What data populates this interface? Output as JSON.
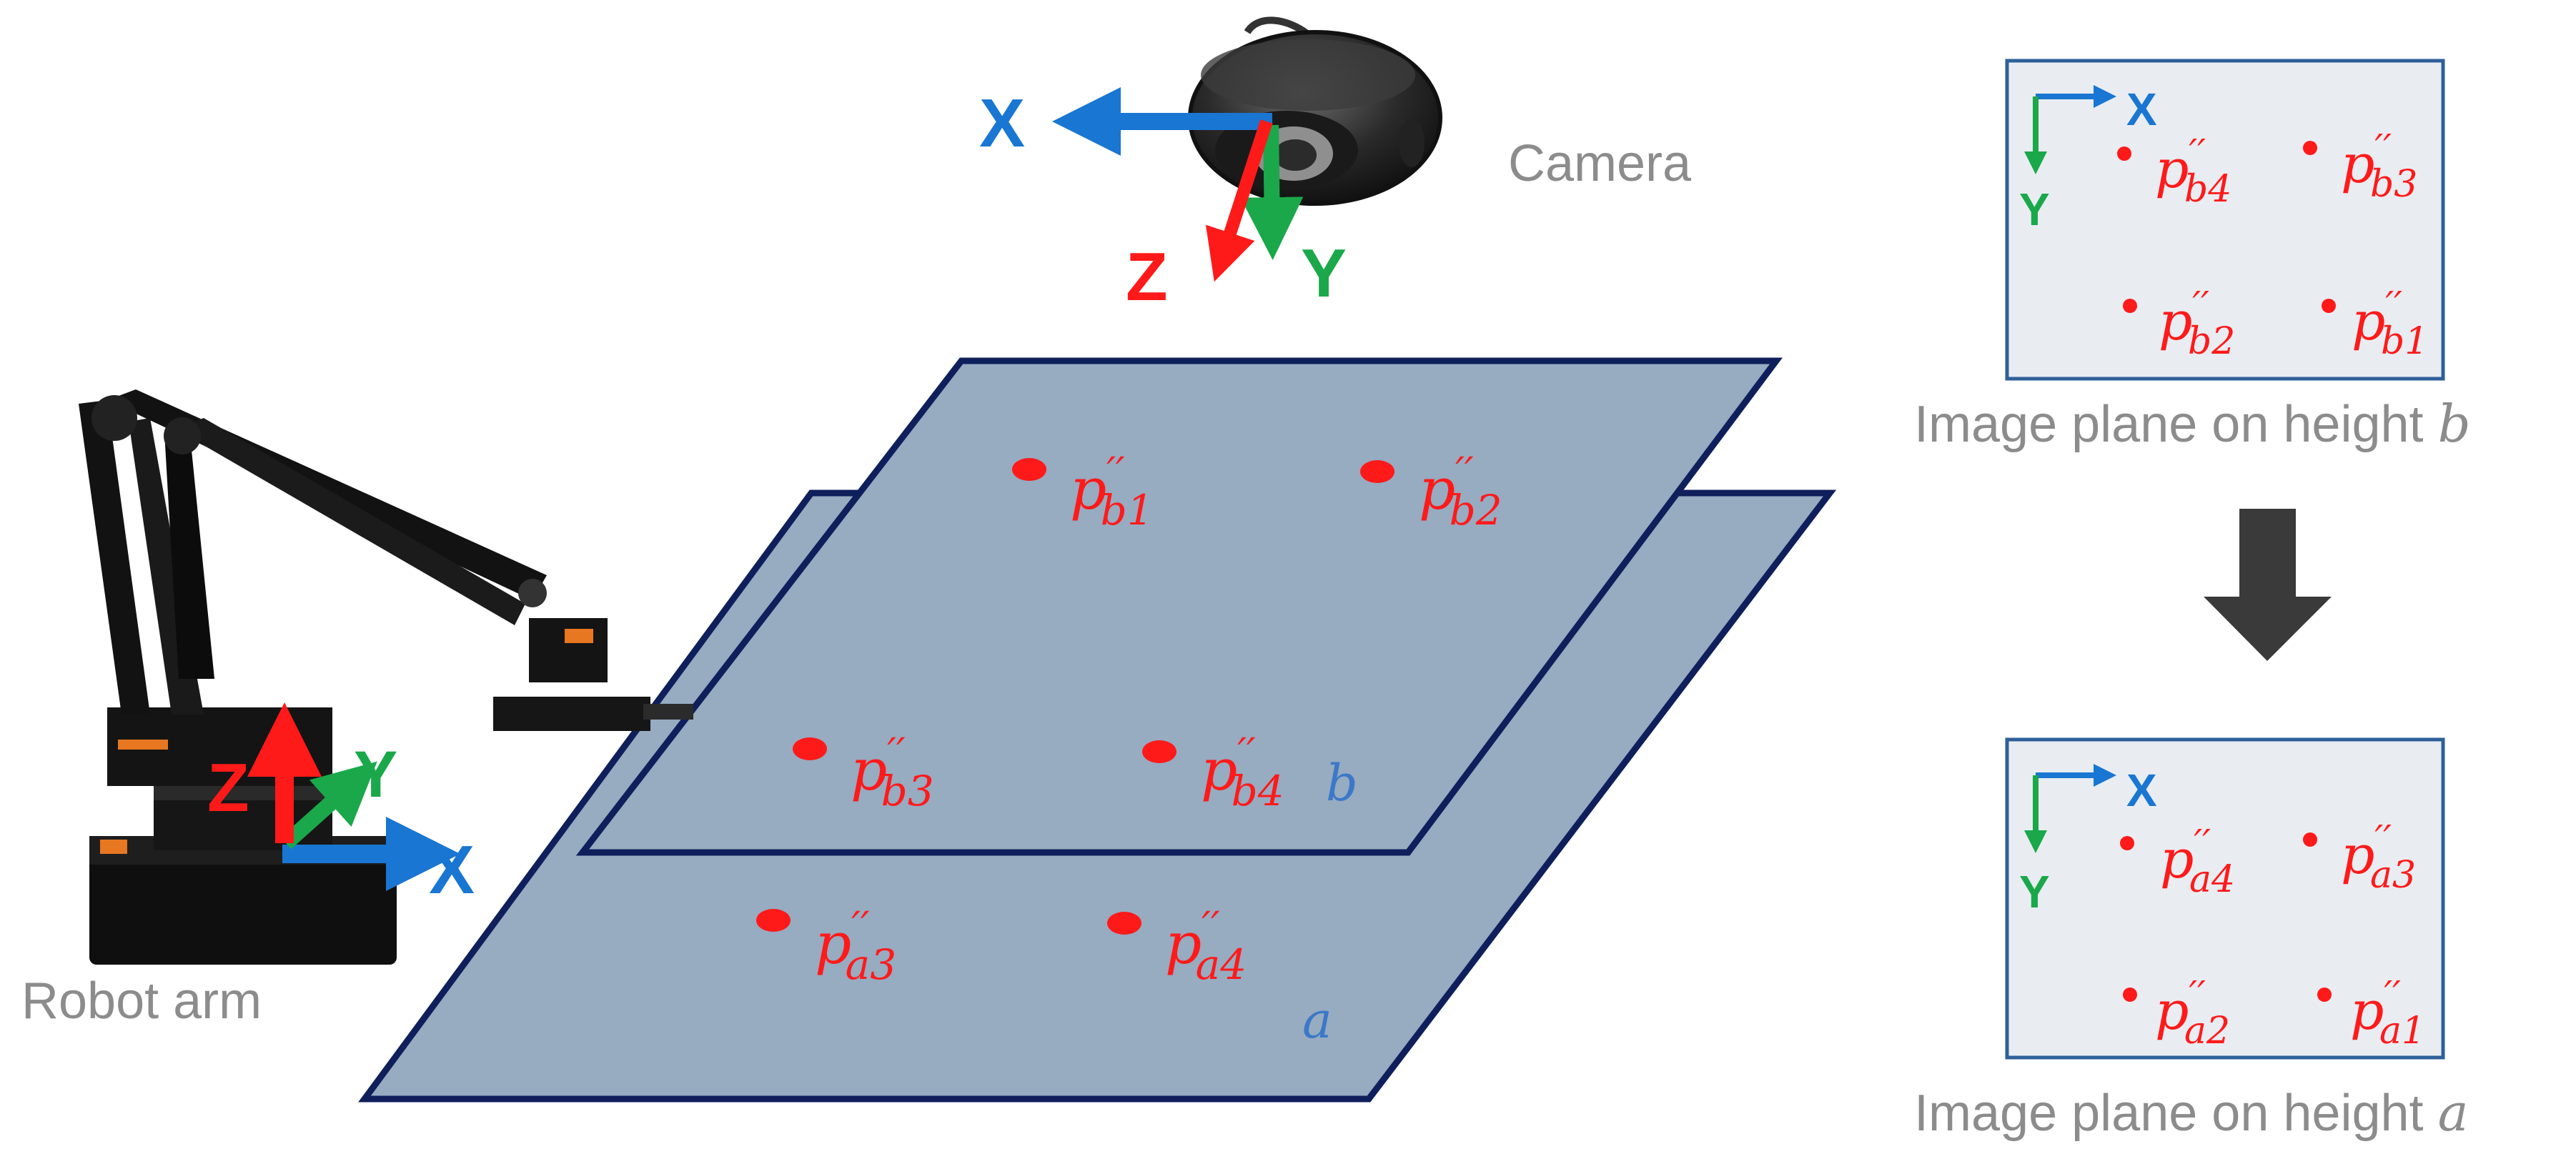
{
  "colors": {
    "plane_fill": "#97abc1",
    "plane_stroke": "#0f1f5c",
    "point": "#ff1a1a",
    "axis_x": "#1976d2",
    "axis_y": "#1aa84a",
    "axis_z": "#ff1a1a",
    "label_gray": "#8c8c8c",
    "panel_fill": "#e9edf2",
    "panel_stroke": "#2e5f99",
    "down_arrow": "#3a3a3a"
  },
  "labels": {
    "camera": "Camera",
    "robot_arm": "Robot arm",
    "image_plane_b": "Image plane on height ",
    "image_plane_b_var": "b",
    "image_plane_a": "Image plane on height ",
    "image_plane_a_var": "a",
    "plane_b_var": "b",
    "plane_a_var": "a"
  },
  "camera_axes": {
    "x": "X",
    "y": "Y",
    "z": "Z"
  },
  "robot_axes": {
    "x": "X",
    "y": "Y",
    "z": "Z"
  },
  "panel_b_axes": {
    "x": "X",
    "y": "Y"
  },
  "panel_a_axes": {
    "x": "X",
    "y": "Y"
  },
  "points": {
    "pb1": {
      "base": "p",
      "prime": "′′",
      "sub": "b1"
    },
    "pb2": {
      "base": "p",
      "prime": "′′",
      "sub": "b2"
    },
    "pb3": {
      "base": "p",
      "prime": "′′",
      "sub": "b3"
    },
    "pb4": {
      "base": "p",
      "prime": "′′",
      "sub": "b4"
    },
    "pa3": {
      "base": "p",
      "prime": "′′",
      "sub": "a3"
    },
    "pa4": {
      "base": "p",
      "prime": "′′",
      "sub": "a4"
    }
  },
  "panel_b_points": {
    "p4": {
      "base": "p",
      "prime": "′′",
      "sub": "b4"
    },
    "p3": {
      "base": "p",
      "prime": "′′",
      "sub": "b3"
    },
    "p2": {
      "base": "p",
      "prime": "′′",
      "sub": "b2"
    },
    "p1": {
      "base": "p",
      "prime": "′′",
      "sub": "b1"
    }
  },
  "panel_a_points": {
    "p4": {
      "base": "p",
      "prime": "′′",
      "sub": "a4"
    },
    "p3": {
      "base": "p",
      "prime": "′′",
      "sub": "a3"
    },
    "p2": {
      "base": "p",
      "prime": "′′",
      "sub": "a2"
    },
    "p1": {
      "base": "p",
      "prime": "′′",
      "sub": "a1"
    }
  }
}
